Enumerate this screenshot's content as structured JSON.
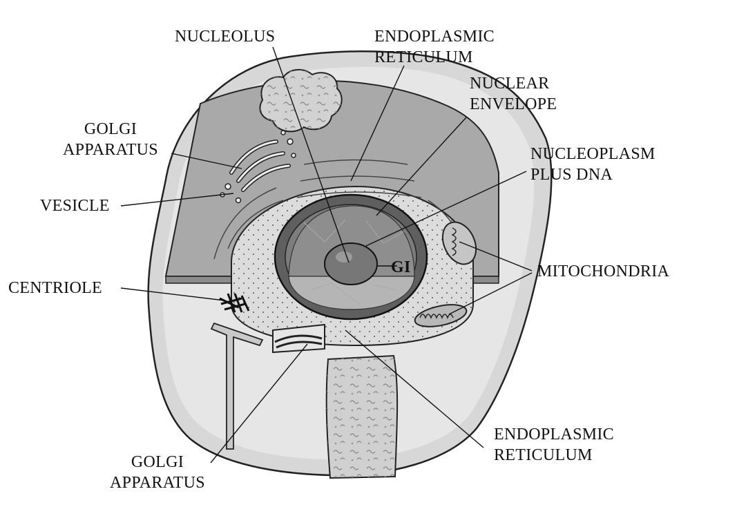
{
  "labels": {
    "nucleolus": "NUCLEOLUS",
    "er_top": [
      "ENDOPLASMIC",
      "RETICULUM"
    ],
    "nuclear_envelope": [
      "NUCLEAR",
      "ENVELOPE"
    ],
    "golgi_top": [
      "GOLGI",
      "APPARATUS"
    ],
    "nucleoplasm": [
      "NUCLEOPLASM",
      "PLUS DNA"
    ],
    "vesicle": "VESICLE",
    "gi": "GI",
    "mitochondria": "MITOCHONDRIA",
    "centriole": "CENTRIOLE",
    "er_bottom": [
      "ENDOPLASMIC",
      "RETICULUM"
    ],
    "golgi_bottom": [
      "GOLGI",
      "APPARATUS"
    ]
  }
}
